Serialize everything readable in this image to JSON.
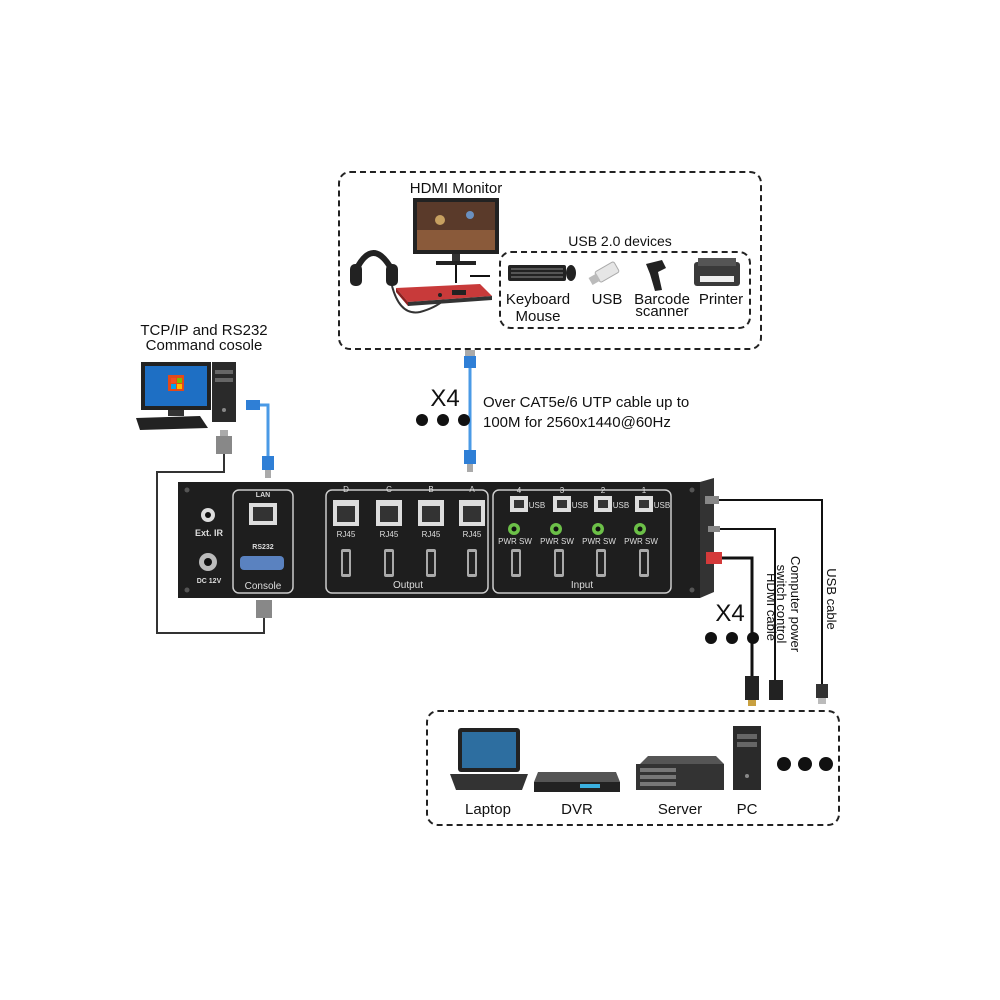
{
  "top_group": {
    "hdmi_monitor_label": "HDMI Monitor",
    "usb_devices_label": "USB 2.0 devices",
    "keyboard_label": "Keyboard",
    "mouse_label": "Mouse",
    "usb_label": "USB",
    "barcode_label_1": "Barcode",
    "barcode_label_2": "scanner",
    "printer_label": "Printer"
  },
  "command_console": {
    "line1": "TCP/IP and RS232",
    "line2": "Command cosole"
  },
  "cat_link": {
    "multiplier": "X4",
    "line1": "Over CAT5e/6 UTP cable up to",
    "line2": "100M for 2560x1440@60Hz"
  },
  "panel": {
    "ext_ir": "Ext. IR",
    "dc": "DC 12V",
    "lan": "LAN",
    "rs232": "RS232",
    "console": "Console",
    "output": "Output",
    "input": "Input",
    "rj45": "RJ45",
    "usb": "USB",
    "pwr_sw": "PWR SW",
    "output_letters": [
      "D",
      "C",
      "B",
      "A"
    ],
    "input_numbers": [
      "4",
      "3",
      "2",
      "1"
    ]
  },
  "cables": {
    "multiplier": "X4",
    "hdmi": "HDMI cable",
    "power_line1": "Computer power",
    "power_line2": "switch control",
    "usb": "USB cable"
  },
  "sources": {
    "laptop": "Laptop",
    "dvr": "DVR",
    "server": "Server",
    "pc": "PC"
  }
}
